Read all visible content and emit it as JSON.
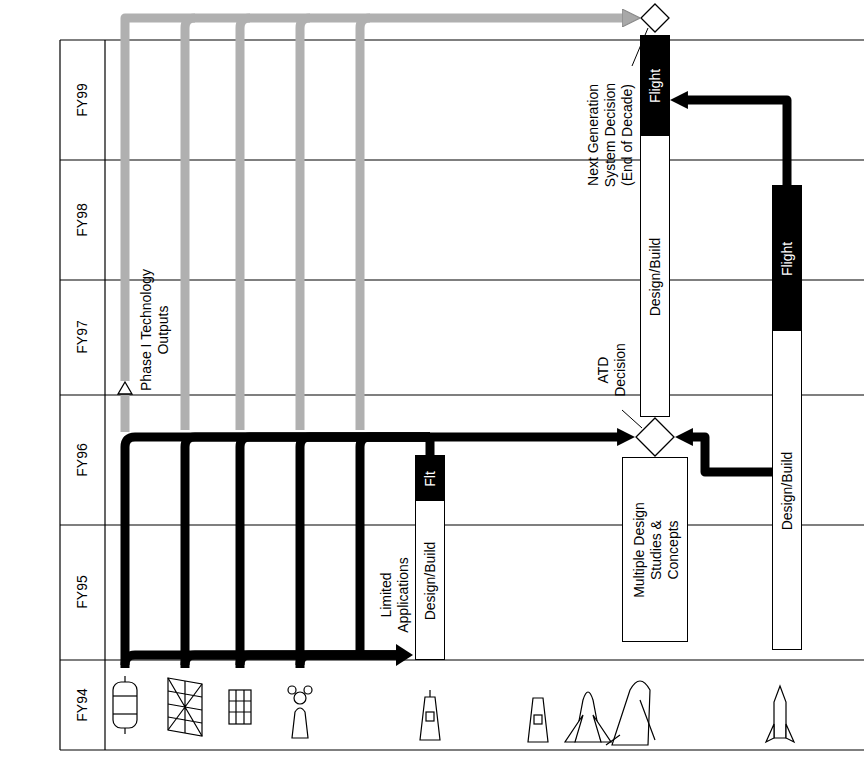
{
  "diagram": {
    "nodes": [
      {
        "text": [
          "Phase I Technology Outputs"
        ]
      },
      {
        "text": [
          "Design/Build",
          "Flt"
        ]
      },
      {
        "text": [
          "ATD Decision"
        ]
      },
      {
        "text": [
          "Multiple Design Studies & Concepts"
        ]
      },
      {
        "text": [
          "Design/Build",
          "Flight"
        ]
      },
      {
        "text": [
          "Next Generation System Decision (End of Decade)"
        ]
      },
      {
        "text": [
          "Design/Build",
          "Flight"
        ]
      }
    ],
    "edges": [
      {
        "from": 0,
        "to": 5,
        "arrow": "to"
      },
      {
        "from": 1,
        "to": 2,
        "arrow": "to"
      },
      {
        "from": 6,
        "to": 2,
        "arrow": "to"
      },
      {
        "from": 6,
        "to": 4,
        "arrow": "to"
      }
    ],
    "labels": [
      "FY94",
      "FY95",
      "FY96",
      "FY97",
      "FY98",
      "FY99",
      "Limited Applications"
    ]
  }
}
